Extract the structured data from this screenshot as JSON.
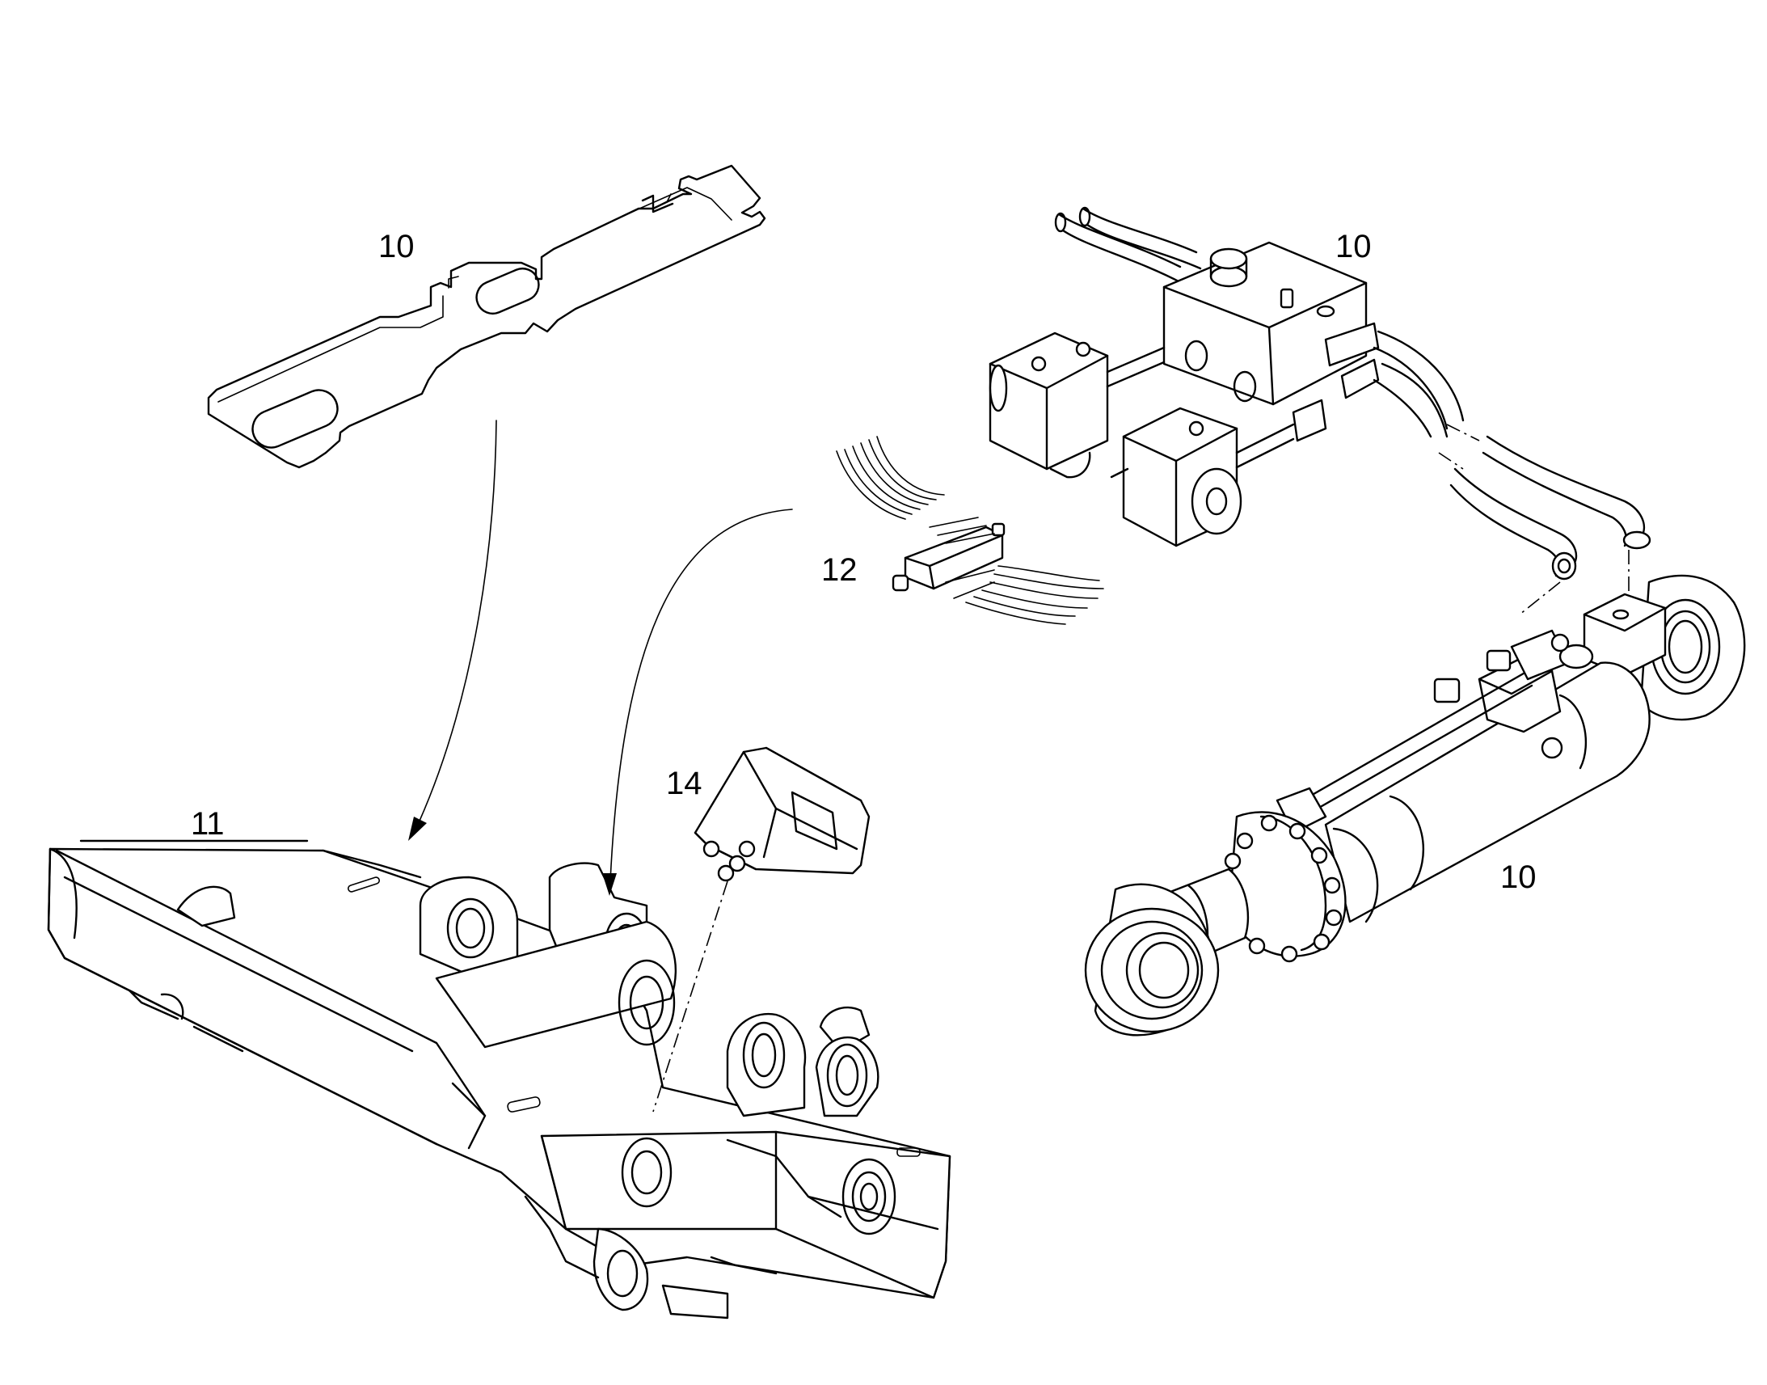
{
  "callouts": {
    "plate": "10",
    "valve_block": "10",
    "cylinder": "10",
    "boom_frame": "11",
    "hose_connector": "12",
    "guard_cover": "14"
  },
  "colors": {
    "stroke": "#000000",
    "background": "#ffffff"
  }
}
